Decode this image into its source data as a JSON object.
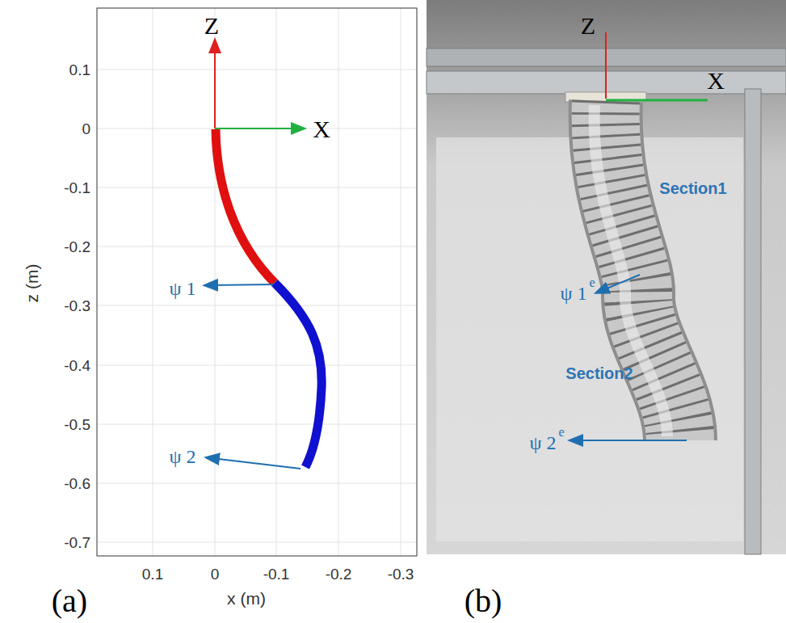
{
  "diagram": {
    "labels": [
      "Z",
      "X",
      "0.1",
      "0",
      "-0.1",
      "-0.2",
      "-0.3",
      "-0.4",
      "-0.5",
      "-0.6",
      "-0.7",
      "0.1",
      "0",
      "-0.1",
      "-0.2",
      "-0.3",
      "x (m)",
      "z (m)",
      "ψ 1",
      "ψ 2",
      "(a)",
      "Z",
      "X",
      "Section1",
      "ψ 1",
      "e",
      "Section2",
      "ψ 2",
      "e",
      "(b)"
    ]
  }
}
